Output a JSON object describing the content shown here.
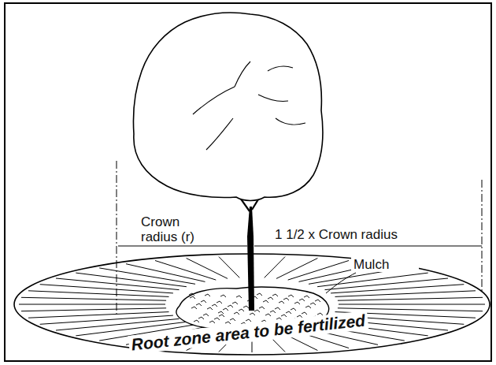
{
  "diagram": {
    "labels": [
      "Crown radius (r)",
      "1 1/2 x Crown radius",
      "Mulch",
      "Root zone area to be fertilized"
    ]
  }
}
